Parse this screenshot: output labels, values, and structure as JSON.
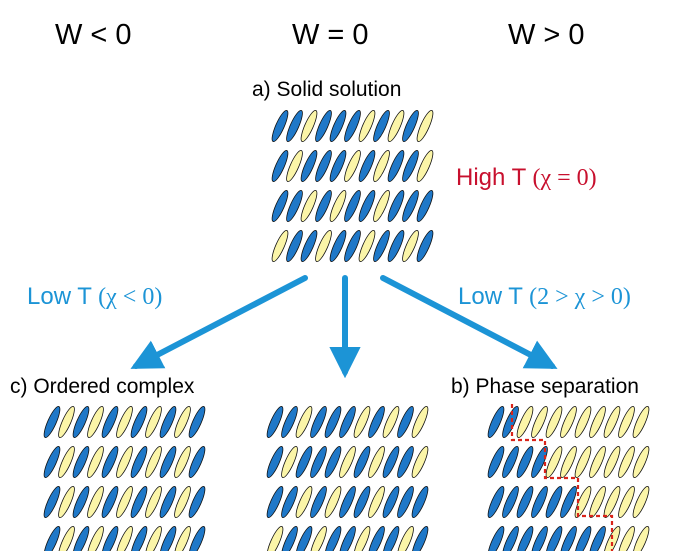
{
  "colors": {
    "text": "#000000",
    "high_t": "#c8102e",
    "low_t": "#1c94d6",
    "arrow": "#1c94d6",
    "blue_molecule": "#1f78c8",
    "yellow_molecule": "#fbf5a8",
    "outline": "#111111",
    "phase_boundary": "#d9241a"
  },
  "headers": {
    "w_neg": "W < 0",
    "w_zero": "W = 0",
    "w_pos": "W > 0"
  },
  "labels": {
    "solid_solution": "a) Solid solution",
    "ordered_complex": "c) Ordered complex",
    "phase_separation": "b) Phase separation"
  },
  "conditions": {
    "high_t_prefix": "High T ",
    "high_t_chi": "(χ = 0)",
    "low_t_left_prefix": "Low T ",
    "low_t_left_chi": "(χ < 0)",
    "low_t_right_prefix": "Low T ",
    "low_t_right_chi": "(2 > χ > 0)"
  },
  "panels": {
    "solid_solution": {
      "pattern": "random",
      "rows": [
        "BBYBBBYBYBY",
        "BYBBBYBYBBY",
        "BBYBYBBYBBB",
        "YBBYBBYBBYB"
      ]
    },
    "ordered_complex": {
      "pattern": "alternating",
      "rows": [
        "BYBYBYBYBYB",
        "BYBYBYBYBYB",
        "BYBYBYBYBYB",
        "BYBYBYBYBYB"
      ]
    },
    "random_center": {
      "pattern": "random",
      "rows": [
        "BBYBBBYBYBY",
        "BYBBBYBYBBY",
        "BBYBYBBYBBB",
        "YBBYBBYBBYB"
      ]
    },
    "phase_separation": {
      "pattern": "domains",
      "rows": [
        "BBYYYYYYYYY",
        "BBBBYYYYYYY",
        "BBBBBBYYYYY",
        "BBBBBBBBYYY"
      ]
    }
  }
}
